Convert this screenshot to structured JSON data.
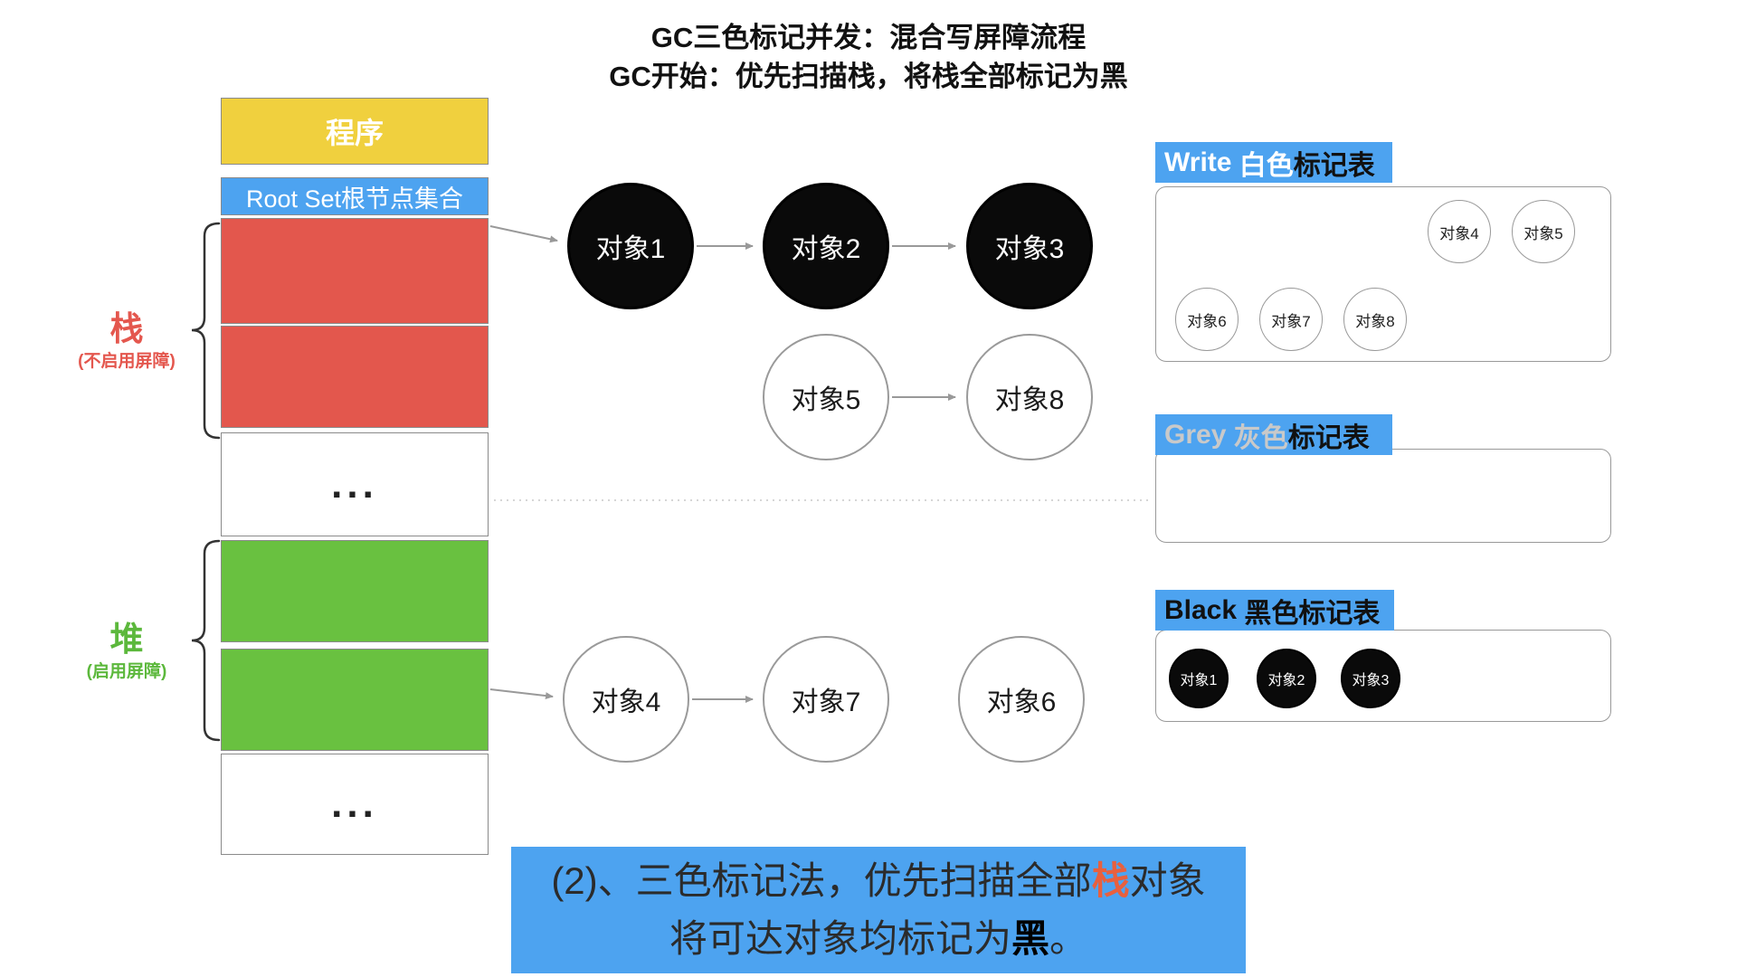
{
  "title": {
    "line1": "GC三色标记并发：混合写屏障流程",
    "line2": "GC开始：优先扫描栈，将栈全部标记为黑"
  },
  "memory": {
    "program": "程序",
    "root_set": "Root Set根节点集合",
    "stack_ellipsis": "...",
    "heap_ellipsis": "...",
    "stack_label": "栈",
    "stack_note": "(不启用屏障)",
    "heap_label": "堆",
    "heap_note": "(启用屏障)"
  },
  "nodes": {
    "obj1": "对象1",
    "obj2": "对象2",
    "obj3": "对象3",
    "obj4": "对象4",
    "obj5": "对象5",
    "obj6": "对象6",
    "obj7": "对象7",
    "obj8": "对象8"
  },
  "white_table": {
    "title_en": "Write ",
    "title_color": "白色",
    "title_suffix": "标记表",
    "items_top": [
      "对象4",
      "对象5"
    ],
    "items_bottom": [
      "对象6",
      "对象7",
      "对象8"
    ]
  },
  "grey_table": {
    "title_en": "Grey ",
    "title_color": "灰色",
    "title_suffix": "标记表"
  },
  "black_table": {
    "title_en": "Black ",
    "title_color": "黑色",
    "title_suffix": "标记表",
    "items": [
      "对象1",
      "对象2",
      "对象3"
    ]
  },
  "caption": {
    "line1_pre": "(2)、三色标记法，优先扫描全部",
    "line1_highlight": "栈",
    "line1_post": "对象",
    "line2_pre": "将可达对象均标记为",
    "line2_highlight": "黑",
    "line2_post": "。"
  },
  "colors": {
    "accent_blue": "#4da3f0",
    "stack_red": "#e3574d",
    "heap_green": "#69c140",
    "program_yellow": "#f0d03e",
    "marked_black": "#0a0a0a",
    "grey_text": "#c9c9c9"
  }
}
